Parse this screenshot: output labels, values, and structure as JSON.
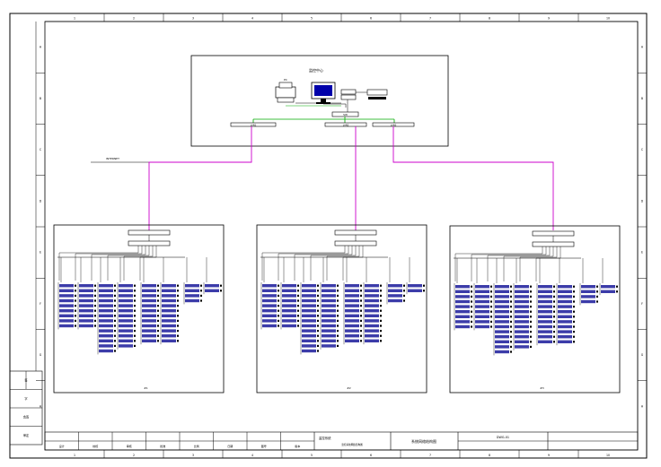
{
  "frame": {
    "top_columns": [
      "1",
      "2",
      "3",
      "4",
      "5",
      "6",
      "7",
      "8",
      "9",
      "10"
    ],
    "bottom_columns": [
      "1",
      "2",
      "3",
      "4",
      "5",
      "6",
      "7",
      "8",
      "9",
      "10"
    ],
    "left_rows": [
      "A",
      "B",
      "C",
      "D",
      "E",
      "F",
      "G",
      "H"
    ],
    "right_rows": [
      "A",
      "B",
      "C",
      "D",
      "E",
      "F",
      "G",
      "H"
    ]
  },
  "colors": {
    "line": "#000000",
    "network_magenta": "#cc00cc",
    "network_green": "#00aa00",
    "monitor_blue": "#0000aa",
    "label_blue": "#1a1a9a"
  },
  "central": {
    "title": "监控中心",
    "icons": [
      "printer-icon",
      "monitor-icon",
      "server-icon"
    ],
    "switch_label": "SW",
    "bus_labels": [
      "LAN1",
      "LAN2",
      "LAN3"
    ]
  },
  "uplink_label": "INTERNET",
  "substations": [
    {
      "name": "#1"
    },
    {
      "name": "#2"
    },
    {
      "name": "#3"
    }
  ],
  "title_block": {
    "project": "监控系统",
    "drawing_name": "系统网络结构图",
    "sub_title": "监控系统网络结构图",
    "drawing_no": "DWG-01",
    "cells": [
      "设计",
      "校核",
      "审核",
      "批准",
      "比例",
      "日期",
      "图号",
      "版本"
    ]
  },
  "left_stamp": {
    "rows": [
      "签",
      "字",
      "会签",
      "审定"
    ]
  }
}
